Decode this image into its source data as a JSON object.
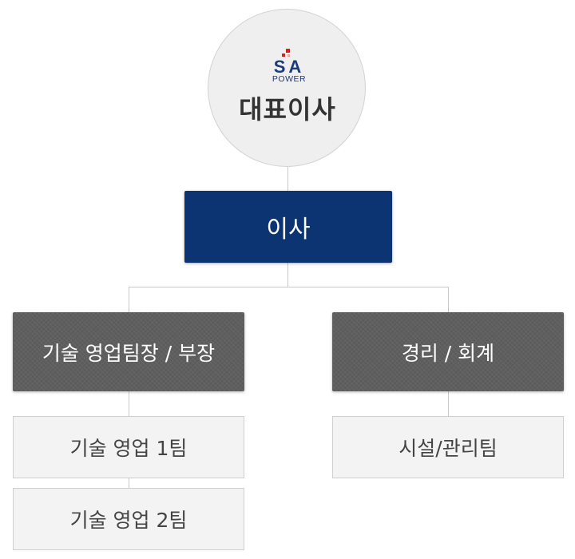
{
  "logo": {
    "letters": "SA",
    "sub": "POWER",
    "colors": {
      "red": "#d6201f",
      "navy": "#1b3a7a"
    }
  },
  "ceo": {
    "title": "대표이사"
  },
  "director": {
    "title": "이사"
  },
  "departments": [
    {
      "title": "기술 영업팀장 / 부장",
      "teams": [
        "기술 영업 1팀",
        "기술 영업 2팀"
      ]
    },
    {
      "title": "경리 / 회계",
      "teams": [
        "시설/관리팀"
      ]
    }
  ],
  "colors": {
    "director_bg": "#0c3472",
    "dept_bg": "#5f5f5f",
    "team_bg": "#f3f3f3",
    "connector": "#c9c9c9"
  }
}
